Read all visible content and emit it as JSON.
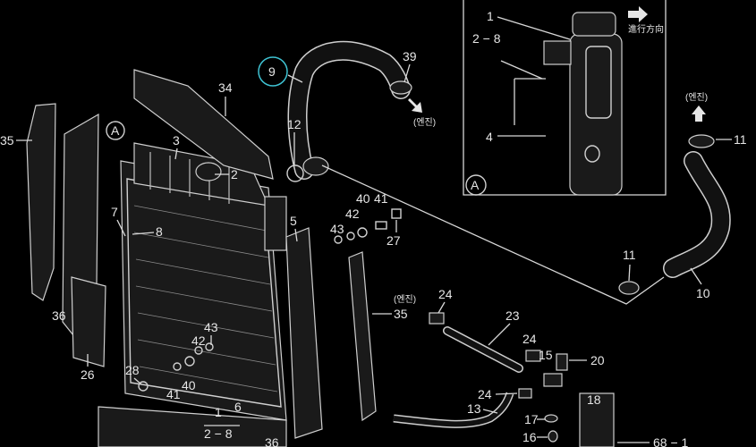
{
  "colors": {
    "background": "#000000",
    "ink": "#e6e6e6",
    "highlight_circle": "#3fc3d3"
  },
  "icons": [
    "arrow-forward-icon",
    "arrow-up-icon",
    "arrow-down-right-icon",
    "circle-a-icon"
  ],
  "labels": {
    "p9": "9",
    "p39": "39",
    "engine1": "(엔진)",
    "p34": "34",
    "p12": "12",
    "p35a": "35",
    "a1": "A",
    "p3": "3",
    "p2": "2",
    "p7": "7",
    "p8": "8",
    "p5": "5",
    "p40a": "40",
    "p41a": "41",
    "p42a": "42",
    "p43a": "43",
    "p27": "27",
    "p36a": "36",
    "p26": "26",
    "engine2": "(엔진)",
    "p35b": "35",
    "p24a": "24",
    "p23": "23",
    "p43b": "43",
    "p42b": "42",
    "p28": "28",
    "p41b": "41",
    "p40b": "40",
    "p1b": "1",
    "p2_8b": "2 − 8",
    "p6": "6",
    "p36b": "36",
    "p24b": "24",
    "p15": "15",
    "p20": "20",
    "p24c": "24",
    "p13": "13",
    "p17": "17",
    "p16": "16",
    "p18": "18",
    "p68_1": "68 − 1",
    "inset_p1": "1",
    "inset_p2_8": "2 − 8",
    "inset_dir": "進行方向",
    "inset_p4": "4",
    "inset_a": "A",
    "engine3": "(엔진)",
    "p11a": "11",
    "p11b": "11",
    "p10": "10"
  }
}
